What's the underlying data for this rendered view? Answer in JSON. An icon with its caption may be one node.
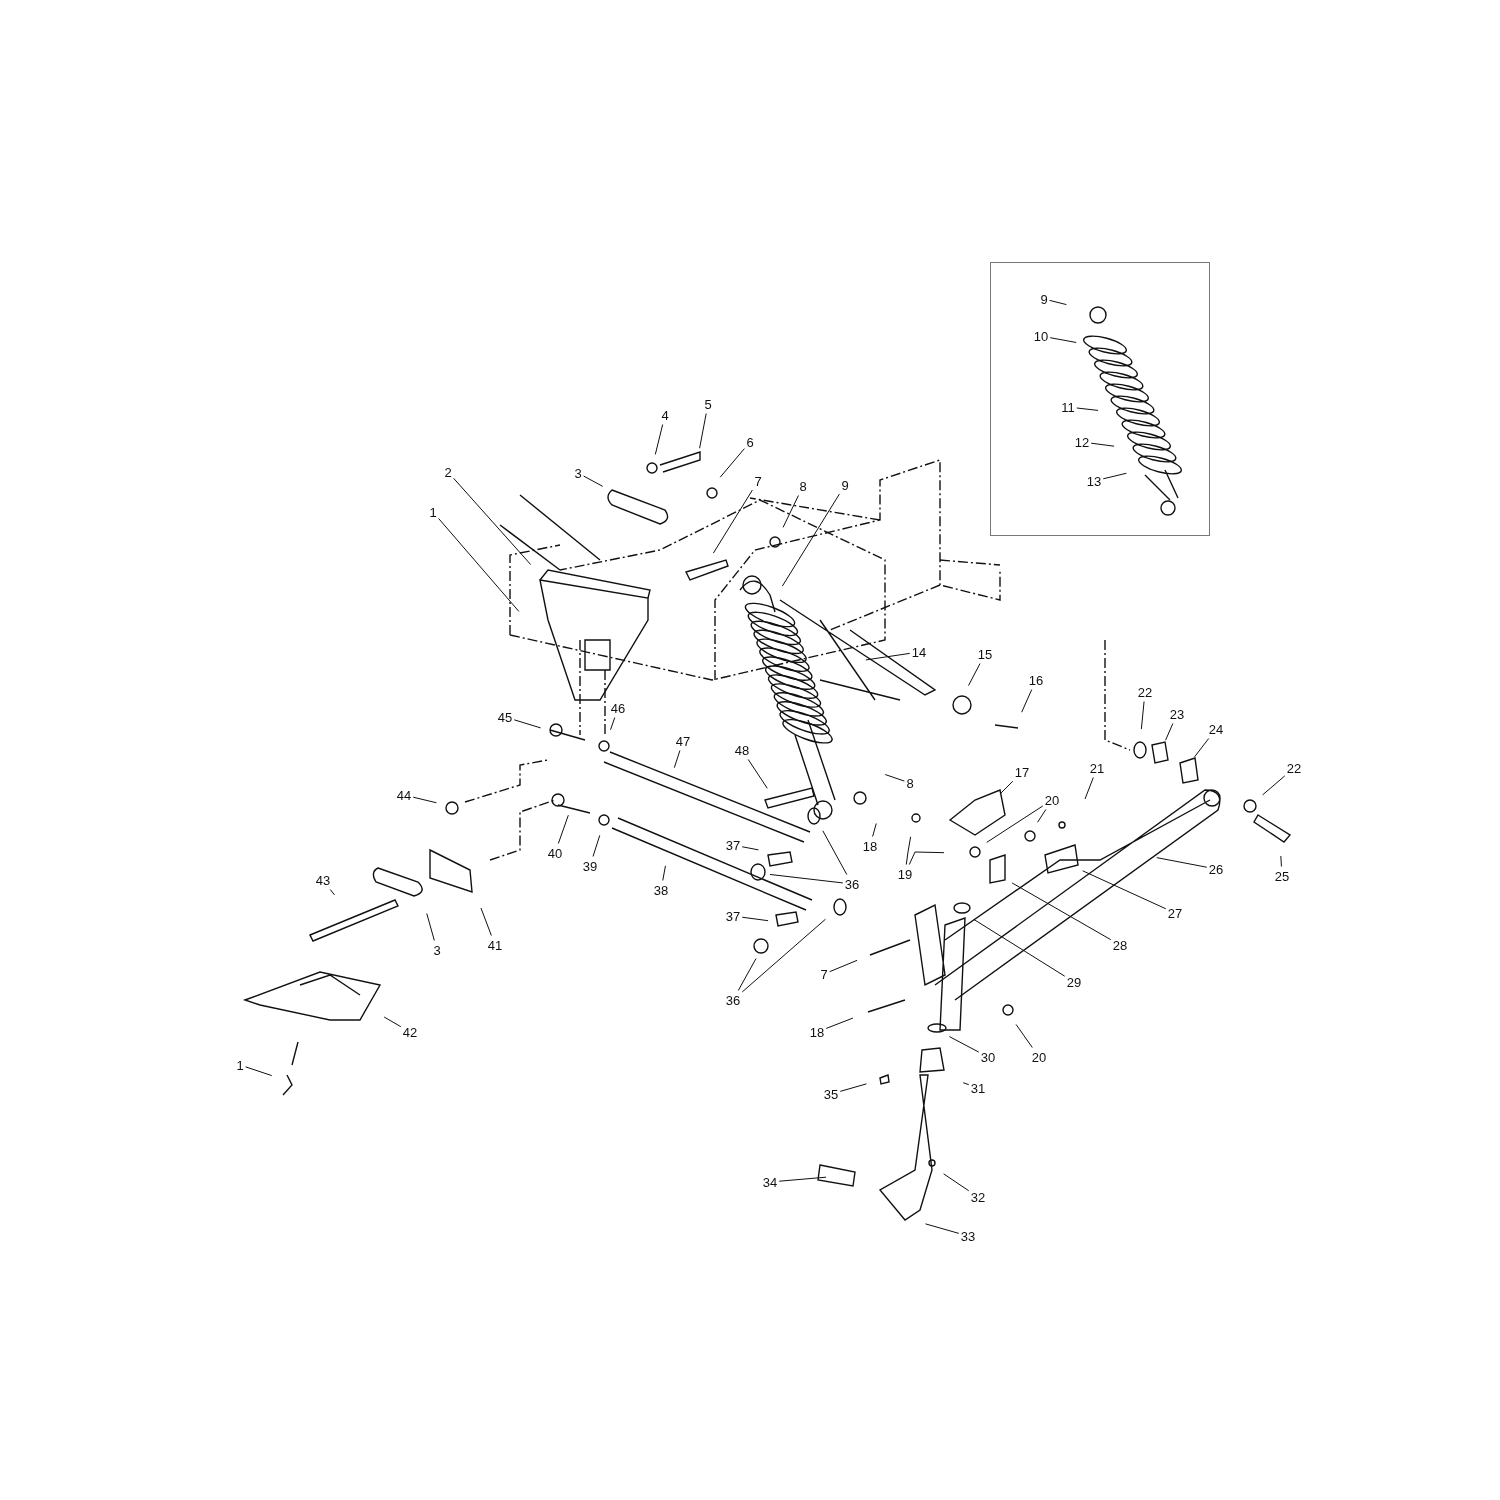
{
  "diagram": {
    "nodes": [
      {
        "text": [],
        "shape": "box"
      },
      {
        "text": [
          "9"
        ],
        "in": 0
      },
      {
        "text": [
          "10"
        ],
        "in": 0
      },
      {
        "text": [
          "11"
        ],
        "in": 0
      },
      {
        "text": [
          "12"
        ],
        "in": 0
      },
      {
        "text": [
          "13"
        ],
        "in": 0
      },
      {
        "text": [
          "4"
        ]
      },
      {
        "text": [
          "5"
        ]
      },
      {
        "text": [
          "3"
        ]
      },
      {
        "text": [
          "6"
        ]
      },
      {
        "text": [
          "2"
        ]
      },
      {
        "text": [
          "1"
        ]
      },
      {
        "text": [
          "7"
        ]
      },
      {
        "text": [
          "8"
        ]
      },
      {
        "text": [
          "9"
        ]
      },
      {
        "text": [
          "14"
        ]
      },
      {
        "text": [
          "15"
        ]
      },
      {
        "text": [
          "16"
        ]
      },
      {
        "text": [
          "22"
        ]
      },
      {
        "text": [
          "23"
        ]
      },
      {
        "text": [
          "24"
        ]
      },
      {
        "text": [
          "45"
        ]
      },
      {
        "text": [
          "46"
        ]
      },
      {
        "text": [
          "47"
        ]
      },
      {
        "text": [
          "48"
        ]
      },
      {
        "text": [
          "44"
        ]
      },
      {
        "text": [
          "40"
        ]
      },
      {
        "text": [
          "39"
        ]
      },
      {
        "text": [
          "8"
        ]
      },
      {
        "text": [
          "18"
        ]
      },
      {
        "text": [
          "17"
        ]
      },
      {
        "text": [
          "21"
        ]
      },
      {
        "text": [
          "20"
        ]
      },
      {
        "text": [
          "22"
        ]
      },
      {
        "text": [
          "19"
        ]
      },
      {
        "text": [
          "37"
        ]
      },
      {
        "text": [
          "36"
        ]
      },
      {
        "text": [
          "38"
        ]
      },
      {
        "text": [
          "43"
        ]
      },
      {
        "text": [
          "3"
        ]
      },
      {
        "text": [
          "41"
        ]
      },
      {
        "text": [
          "37"
        ]
      },
      {
        "text": [
          "36"
        ]
      },
      {
        "text": [
          "7"
        ]
      },
      {
        "text": [
          "18"
        ]
      },
      {
        "text": [
          "42"
        ]
      },
      {
        "text": [
          "1"
        ]
      },
      {
        "text": [
          "26"
        ]
      },
      {
        "text": [
          "25"
        ]
      },
      {
        "text": [
          "27"
        ]
      },
      {
        "text": [
          "28"
        ]
      },
      {
        "text": [
          "29"
        ]
      },
      {
        "text": [
          "30"
        ]
      },
      {
        "text": [
          "20"
        ]
      },
      {
        "text": [
          "31"
        ]
      },
      {
        "text": [
          "35"
        ]
      },
      {
        "text": [
          "34"
        ]
      },
      {
        "text": [
          "32"
        ]
      },
      {
        "text": [
          "33"
        ]
      }
    ],
    "edges": [
      {
        "from": 1,
        "to": null,
        "arrow": "none"
      },
      {
        "from": 2,
        "to": null,
        "arrow": "none"
      },
      {
        "from": 3,
        "to": null,
        "arrow": "none"
      },
      {
        "from": 4,
        "to": null,
        "arrow": "none"
      },
      {
        "from": 5,
        "to": null,
        "arrow": "none"
      },
      {
        "from": 6,
        "to": null,
        "arrow": "none"
      },
      {
        "from": 7,
        "to": null,
        "arrow": "none"
      },
      {
        "from": 8,
        "to": null,
        "arrow": "none"
      },
      {
        "from": 9,
        "to": null,
        "arrow": "none"
      },
      {
        "from": 10,
        "to": null,
        "arrow": "none"
      },
      {
        "from": 11,
        "to": null,
        "arrow": "none"
      },
      {
        "from": 12,
        "to": null,
        "arrow": "none"
      },
      {
        "from": 13,
        "to": null,
        "arrow": "none"
      },
      {
        "from": 14,
        "to": null,
        "arrow": "none"
      },
      {
        "from": 15,
        "to": null,
        "arrow": "none"
      },
      {
        "from": 16,
        "to": null,
        "arrow": "none"
      },
      {
        "from": 17,
        "to": null,
        "arrow": "none"
      },
      {
        "from": 18,
        "to": null,
        "arrow": "none"
      },
      {
        "from": 19,
        "to": null,
        "arrow": "none"
      },
      {
        "from": 20,
        "to": null,
        "arrow": "none"
      },
      {
        "from": 21,
        "to": null,
        "arrow": "none"
      },
      {
        "from": 22,
        "to": null,
        "arrow": "none"
      },
      {
        "from": 23,
        "to": null,
        "arrow": "none"
      },
      {
        "from": 24,
        "to": null,
        "arrow": "none"
      },
      {
        "from": 25,
        "to": null,
        "arrow": "none"
      },
      {
        "from": 26,
        "to": null,
        "arrow": "none"
      },
      {
        "from": 27,
        "to": null,
        "arrow": "none"
      },
      {
        "from": 28,
        "to": null,
        "arrow": "none"
      },
      {
        "from": 29,
        "to": null,
        "arrow": "none"
      },
      {
        "from": 30,
        "to": null,
        "arrow": "none"
      },
      {
        "from": 31,
        "to": null,
        "arrow": "none"
      },
      {
        "from": 32,
        "to": null,
        "arrow": "none"
      },
      {
        "from": 32,
        "to": null,
        "arrow": "none"
      },
      {
        "from": 33,
        "to": null,
        "arrow": "none"
      },
      {
        "from": 34,
        "to": null,
        "arrow": "none"
      },
      {
        "from": 34,
        "to": null,
        "arrow": "none"
      },
      {
        "from": 35,
        "to": null,
        "arrow": "none"
      },
      {
        "from": 36,
        "to": null,
        "arrow": "none"
      },
      {
        "from": 36,
        "to": null,
        "arrow": "none"
      },
      {
        "from": 37,
        "to": null,
        "arrow": "none"
      },
      {
        "from": 38,
        "to": null,
        "arrow": "none"
      },
      {
        "from": 39,
        "to": null,
        "arrow": "none"
      },
      {
        "from": 40,
        "to": null,
        "arrow": "none"
      },
      {
        "from": 41,
        "to": null,
        "arrow": "none"
      },
      {
        "from": 42,
        "to": null,
        "arrow": "none"
      },
      {
        "from": 42,
        "to": null,
        "arrow": "none"
      },
      {
        "from": 43,
        "to": null,
        "arrow": "none"
      },
      {
        "from": 44,
        "to": null,
        "arrow": "none"
      },
      {
        "from": 45,
        "to": null,
        "arrow": "none"
      },
      {
        "from": 46,
        "to": null,
        "arrow": "none"
      },
      {
        "from": 47,
        "to": null,
        "arrow": "none"
      },
      {
        "from": 48,
        "to": null,
        "arrow": "none"
      },
      {
        "from": 49,
        "to": null,
        "arrow": "none"
      },
      {
        "from": 50,
        "to": null,
        "arrow": "none"
      },
      {
        "from": 51,
        "to": null,
        "arrow": "none"
      },
      {
        "from": 52,
        "to": null,
        "arrow": "none"
      },
      {
        "from": 53,
        "to": null,
        "arrow": "none"
      },
      {
        "from": 54,
        "to": null,
        "arrow": "none"
      },
      {
        "from": 55,
        "to": null,
        "arrow": "none"
      },
      {
        "from": 56,
        "to": null,
        "arrow": "none"
      },
      {
        "from": 57,
        "to": null,
        "arrow": "none"
      },
      {
        "from": 58,
        "to": null,
        "arrow": "none"
      }
    ]
  }
}
